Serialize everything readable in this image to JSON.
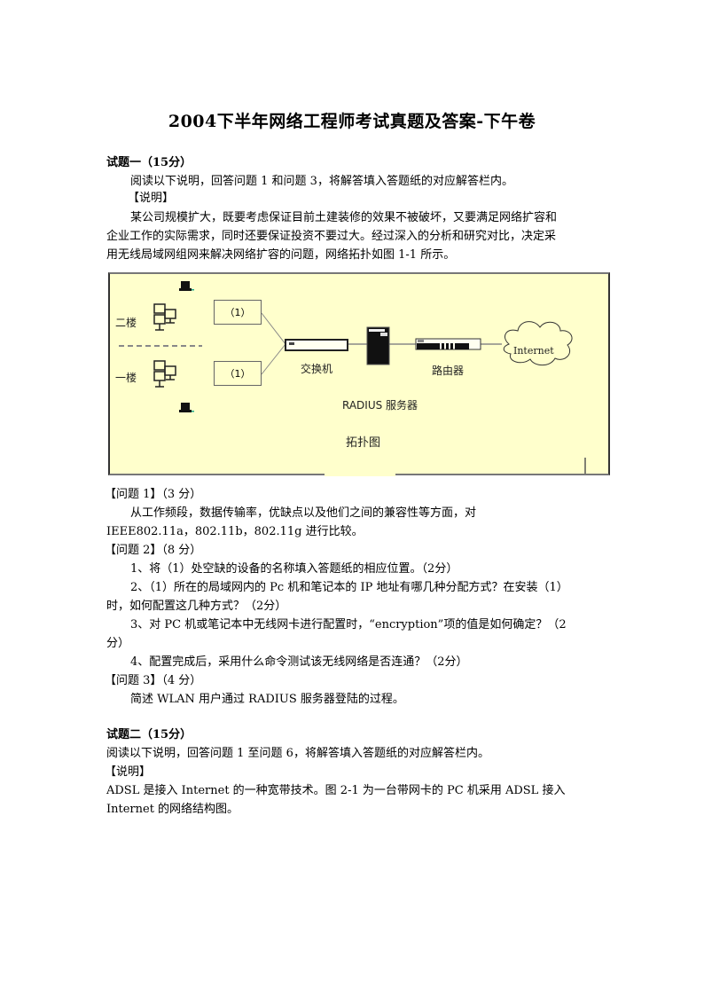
{
  "document": {
    "title": "2004下半年网络工程师考试真题及答案-下午卷"
  },
  "question1": {
    "heading": "试题一（15分）",
    "instruction": "阅读以下说明，回答问题 1 和问题 3，将解答填入答题纸的对应解答栏内。",
    "desc_label": "【说明】",
    "desc_lines": [
      "某公司规模扩大，既要考虑保证目前土建装修的效果不被破坏，又要满足网络扩容和",
      "企业工作的实际需求，同时还要保证投资不要过大。经过深入的分析和研究对比，决定采",
      "用无线局域网组网来解决网络扩容的问题，网络拓扑如图 1-1 所示。"
    ],
    "figure": {
      "floor2_label": "二楼",
      "floor1_label": "一楼",
      "blank_top": "（1）",
      "blank_bottom": "（1）",
      "switch_label": "交换机",
      "router_label": "路由器",
      "cloud_label": "Internet",
      "server_label": "RADIUS 服务器",
      "caption": "拓扑图",
      "background": "#ffffcc"
    },
    "sub1": {
      "heading": "【问题 1】（3 分）",
      "lines": [
        "从工作频段，数据传输率，优缺点以及他们之间的兼容性等方面，对",
        "IEEE802.11a，802.11b，802.11g 进行比较。"
      ]
    },
    "sub2": {
      "heading": "【问题 2】（8 分）",
      "items": [
        "1、将（1）处空缺的设备的名称填入答题纸的相应位置。（2分）",
        "2、（1）所在的局域网内的 Pc 机和笔记本的 IP 地址有哪几种分配方式？在安装（1）",
        "时，如何配置这几种方式？（2分）",
        "3、对 PC 机或笔记本中无线网卡进行配置时，“encryption”项的值是如何确定？（2",
        "分）",
        "4、配置完成后，采用什么命令测试该无线网络是否连通？（2分）"
      ]
    },
    "sub3": {
      "heading": "【问题 3】（4 分）",
      "lines": [
        "简述 WLAN 用户通过 RADIUS 服务器登陆的过程。"
      ]
    }
  },
  "question2": {
    "heading": "试题二（15分）",
    "instruction": "阅读以下说明，回答问题 1 至问题 6，将解答填入答题纸的对应解答栏内。",
    "desc_label": "【说明】",
    "desc_lines": [
      "ADSL 是接入 Internet 的一种宽带技术。图 2-1 为一台带网卡的 PC 机采用 ADSL 接入",
      "Internet 的网络结构图。"
    ]
  }
}
